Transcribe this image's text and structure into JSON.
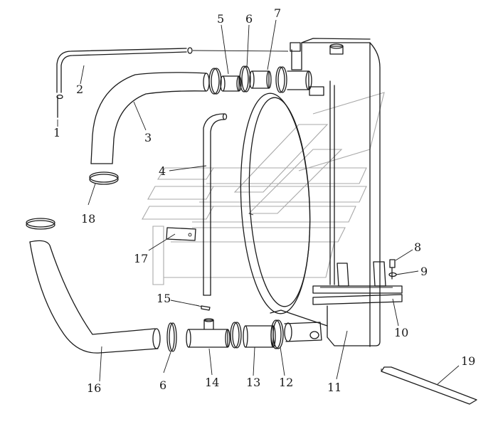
{
  "labels": {
    "p1": "1",
    "p2": "2",
    "p3": "3",
    "p4": "4",
    "p5": "5",
    "p6a": "6",
    "p6b": "6",
    "p7": "7",
    "p8": "8",
    "p9": "9",
    "p10": "10",
    "p11": "11",
    "p12": "12",
    "p13": "13",
    "p14": "14",
    "p15": "15",
    "p16": "16",
    "p17": "17",
    "p18": "18",
    "p19": "19"
  }
}
